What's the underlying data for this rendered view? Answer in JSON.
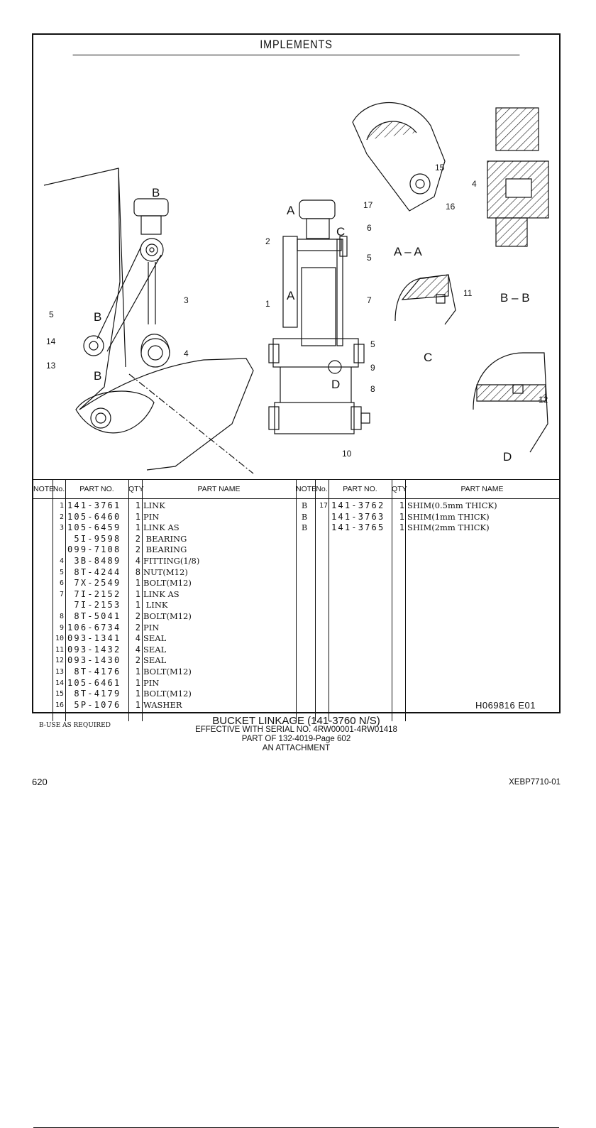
{
  "header": {
    "title": "IMPLEMENTS"
  },
  "diagram_labels": {
    "section_b_top": "B",
    "section_b_left_upper": "B",
    "section_b_left_lower": "B",
    "section_a_upper": "A",
    "section_a_lower": "A",
    "section_c": "C",
    "detail_d": "D",
    "view_aa": "A – A",
    "view_bb": "B – B",
    "view_c": "C",
    "view_d": "D",
    "callouts": [
      "1",
      "2",
      "3",
      "4",
      "5",
      "6",
      "7",
      "8",
      "9",
      "10",
      "11",
      "12",
      "13",
      "14",
      "15",
      "16",
      "17"
    ]
  },
  "table": {
    "headers": {
      "note": "NOTE",
      "no": "No.",
      "part_no": "PART NO.",
      "qty": "QTY",
      "part_name": "PART NAME"
    },
    "left_rows": [
      {
        "note": "",
        "no": "1",
        "part_no": "141-3761",
        "qty": "1",
        "name": "LINK"
      },
      {
        "note": "",
        "no": "2",
        "part_no": "105-6460",
        "qty": "1",
        "name": "PIN"
      },
      {
        "note": "",
        "no": "3",
        "part_no": "105-6459",
        "qty": "1",
        "name": "LINK AS"
      },
      {
        "note": "",
        "no": "",
        "part_no": " 5I-9598",
        "qty": "2",
        "name": " BEARING"
      },
      {
        "note": "",
        "no": "",
        "part_no": "099-7108",
        "qty": "2",
        "name": " BEARING"
      },
      {
        "note": "",
        "no": "4",
        "part_no": " 3B-8489",
        "qty": "4",
        "name": "FITTING(1/8)"
      },
      {
        "note": "",
        "no": "5",
        "part_no": " 8T-4244",
        "qty": "8",
        "name": "NUT(M12)"
      },
      {
        "note": "",
        "no": "6",
        "part_no": " 7X-2549",
        "qty": "1",
        "name": "BOLT(M12)"
      },
      {
        "note": "",
        "no": "7",
        "part_no": " 7I-2152",
        "qty": "1",
        "name": "LINK AS"
      },
      {
        "note": "",
        "no": "",
        "part_no": " 7I-2153",
        "qty": "1",
        "name": " LINK"
      },
      {
        "note": "",
        "no": "8",
        "part_no": " 8T-5041",
        "qty": "2",
        "name": "BOLT(M12)"
      },
      {
        "note": "",
        "no": "9",
        "part_no": "106-6734",
        "qty": "2",
        "name": "PIN"
      },
      {
        "note": "",
        "no": "10",
        "part_no": "093-1341",
        "qty": "4",
        "name": "SEAL"
      },
      {
        "note": "",
        "no": "11",
        "part_no": "093-1432",
        "qty": "4",
        "name": "SEAL"
      },
      {
        "note": "",
        "no": "12",
        "part_no": "093-1430",
        "qty": "2",
        "name": "SEAL"
      },
      {
        "note": "",
        "no": "13",
        "part_no": " 8T-4176",
        "qty": "1",
        "name": "BOLT(M12)"
      },
      {
        "note": "",
        "no": "14",
        "part_no": "105-6461",
        "qty": "1",
        "name": "PIN"
      },
      {
        "note": "",
        "no": "15",
        "part_no": " 8T-4179",
        "qty": "1",
        "name": "BOLT(M12)"
      },
      {
        "note": "",
        "no": "16",
        "part_no": " 5P-1076",
        "qty": "1",
        "name": "WASHER"
      }
    ],
    "right_rows": [
      {
        "note": "B",
        "no": "17",
        "part_no": "141-3762",
        "qty": "1",
        "name": "SHIM(0.5mm THICK)"
      },
      {
        "note": "B",
        "no": "",
        "part_no": "141-3763",
        "qty": "1",
        "name": "SHIM(1mm THICK)"
      },
      {
        "note": "B",
        "no": "",
        "part_no": "141-3765",
        "qty": "1",
        "name": "SHIM(2mm THICK)"
      }
    ],
    "footnote": "B-USE AS REQUIRED",
    "illustration_id": "H069816  E01"
  },
  "caption": {
    "line1": "BUCKET LINKAGE (141-3760 N/S)",
    "line2": "EFFECTIVE WITH SERIAL NO. 4RW00001-4RW01418",
    "line3": "PART OF 132-4019-Page 602",
    "line4": "AN ATTACHMENT"
  },
  "page": {
    "number": "620",
    "doc_id": "XEBP7710-01"
  }
}
